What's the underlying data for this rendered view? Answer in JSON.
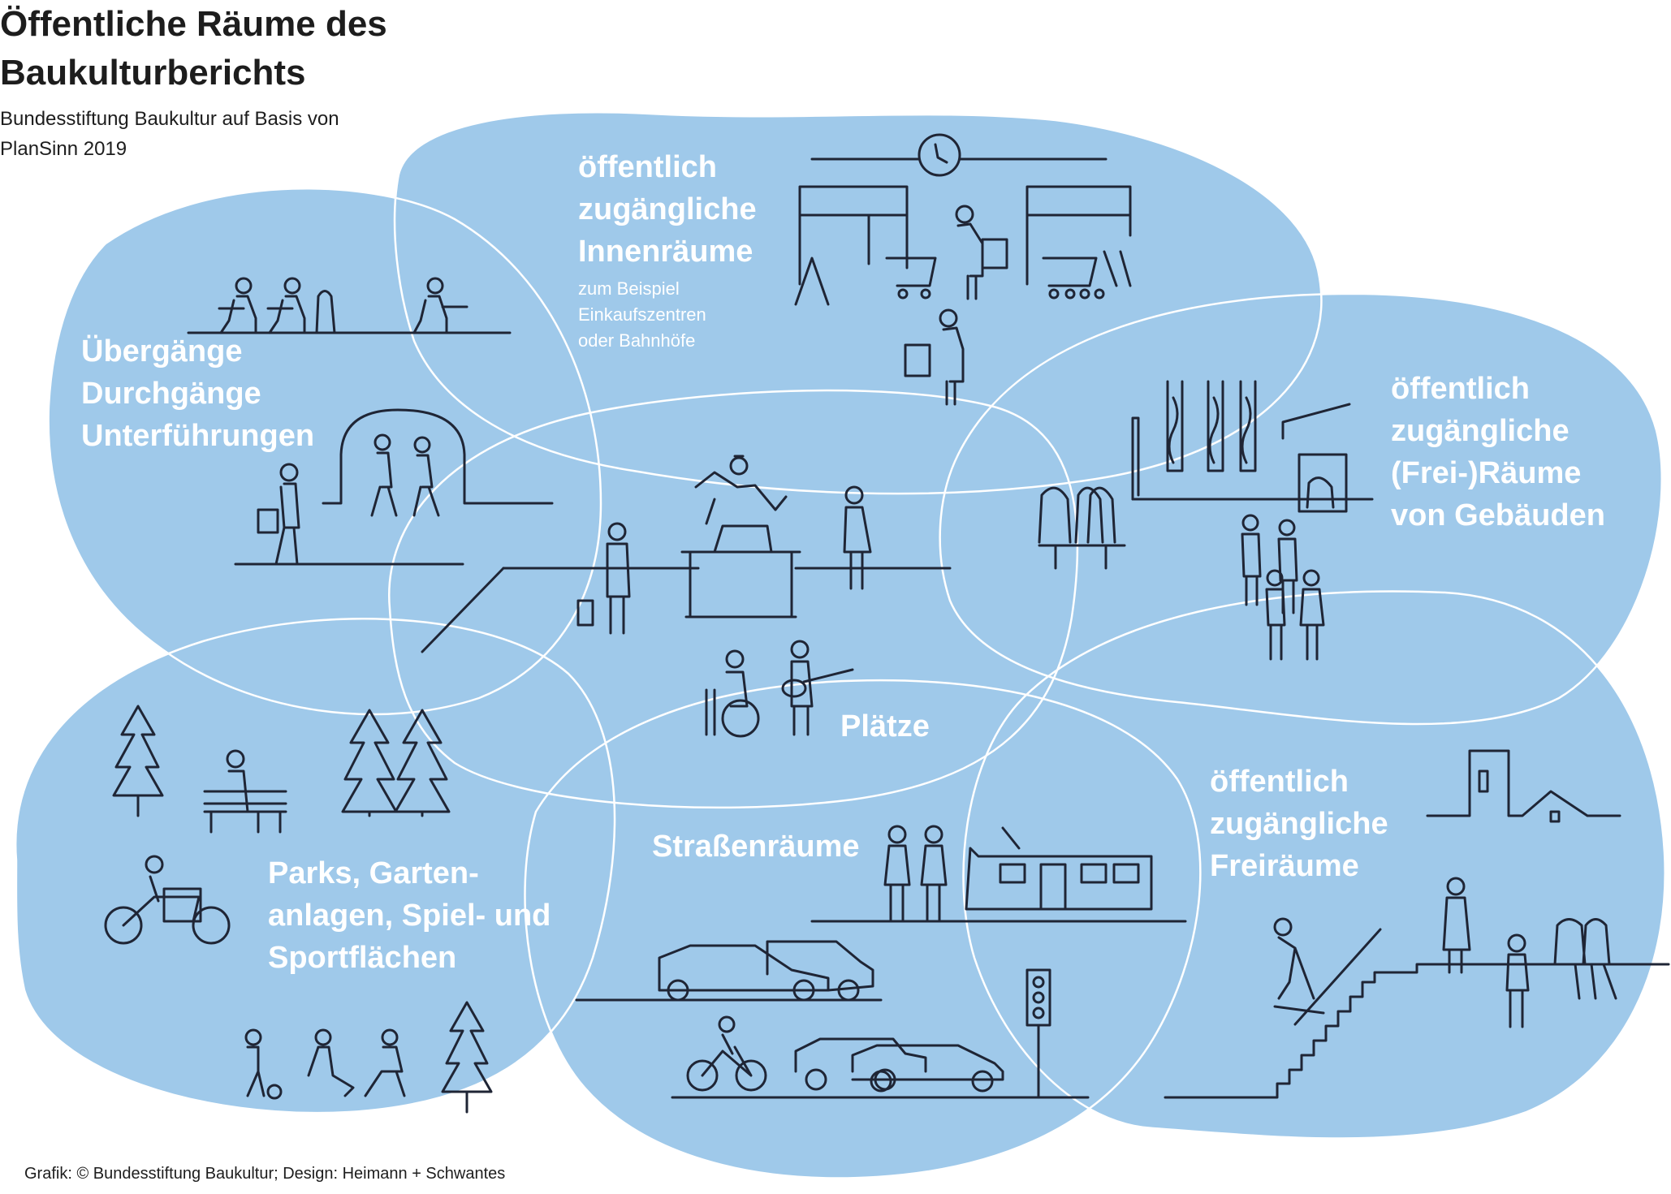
{
  "header": {
    "title_line1": "Öffentliche Räume des",
    "title_line2": "Baukulturberichts",
    "subtitle_line1": "Bundesstiftung Baukultur auf Basis von",
    "subtitle_line2": "PlanSinn 2019"
  },
  "footer": {
    "credit": "Grafik: © Bundesstiftung Baukultur; Design: Heimann + Schwantes"
  },
  "colors": {
    "blob_fill": "#9fc9ea",
    "outline": "#ffffff",
    "pictogram_stroke": "#1f2535",
    "text": "#1d1d1d"
  },
  "areas": {
    "innenraeume": {
      "line1": "öffentlich",
      "line2": "zugängliche",
      "line3": "Innenräume",
      "note1": "zum Beispiel",
      "note2": "Einkaufszentren",
      "note3": "oder Bahnhöfe"
    },
    "uebergaenge": {
      "line1": "Übergänge",
      "line2": "Durchgänge",
      "line3": "Unterführungen"
    },
    "gebaeude": {
      "line1": "öffentlich",
      "line2": "zugängliche",
      "line3": "(Frei-)Räume",
      "line4": "von Gebäuden"
    },
    "plaetze": {
      "line1": "Plätze"
    },
    "parks": {
      "line1": "Parks, Garten-",
      "line2": "anlagen, Spiel- und",
      "line3": "Sportflächen"
    },
    "strassen": {
      "line1": "Straßenräume"
    },
    "freiraeume": {
      "line1": "öffentlich",
      "line2": "zugängliche",
      "line3": "Freiräume"
    }
  },
  "icons": [
    "clock-icon",
    "shopping-cart-icon",
    "shopper-icon",
    "cafe-table-icon",
    "passage-arch-icon",
    "pedestrian-icon",
    "statue-monument-icon",
    "musician-icon",
    "building-facade-icon",
    "tree-icon",
    "bench-icon",
    "cargo-bike-icon",
    "tram-icon",
    "car-icon",
    "bicycle-icon",
    "traffic-light-icon",
    "house-icon",
    "skateboarder-icon",
    "stairs-icon"
  ]
}
